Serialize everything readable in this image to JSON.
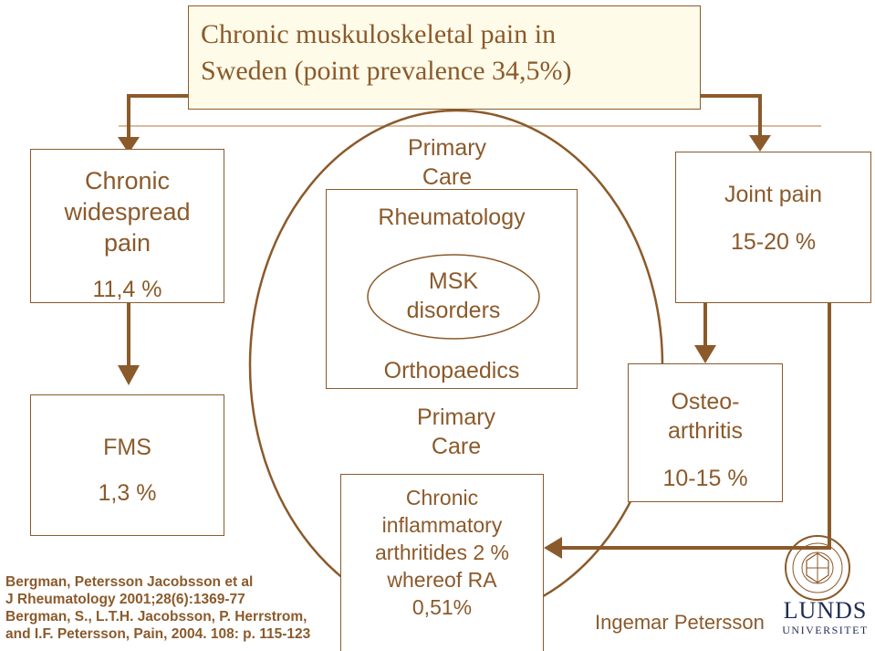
{
  "title": {
    "line1": "Chronic muskuloskeletal pain in",
    "line2": "Sweden (point prevalence 34,5%)"
  },
  "widespread": {
    "line1": "Chronic",
    "line2": "widespread",
    "line3": "pain",
    "value": "11,4 %"
  },
  "fms": {
    "label": "FMS",
    "value": "1,3 %"
  },
  "joint": {
    "label": "Joint pain",
    "value": "15-20 %"
  },
  "osteo": {
    "line1": "Osteo-",
    "line2": "arthritis",
    "value": "10-15 %"
  },
  "center": {
    "primary_care_top_1": "Primary",
    "primary_care_top_2": "Care",
    "rheumatology": "Rheumatology",
    "msk_1": "MSK",
    "msk_2": "disorders",
    "orthopaedics": "Orthopaedics",
    "primary_care_bottom_1": "Primary",
    "primary_care_bottom_2": "Care",
    "chronic_1": "Chronic",
    "chronic_2": "inflammatory",
    "chronic_3": "arthritides 2 %",
    "chronic_4": "whereof  RA",
    "chronic_5": "0,51%"
  },
  "references": {
    "line1": "Bergman, Petersson Jacobsson et al",
    "line2": "J Rheumatology 2001;28(6):1369-77",
    "line3": "Bergman, S., L.T.H. Jacobsson, P. Herrstrom,",
    "line4": "and I.F. Petersson, Pain, 2004. 108: p. 115-123"
  },
  "author": "Ingemar Petersson",
  "logo": {
    "line1": "LUNDS",
    "line2": "UNIVERSITET"
  },
  "colors": {
    "brown": "#8b5a2b",
    "title_bg": "#fffbe9",
    "logo_navy": "#1f2a55"
  }
}
